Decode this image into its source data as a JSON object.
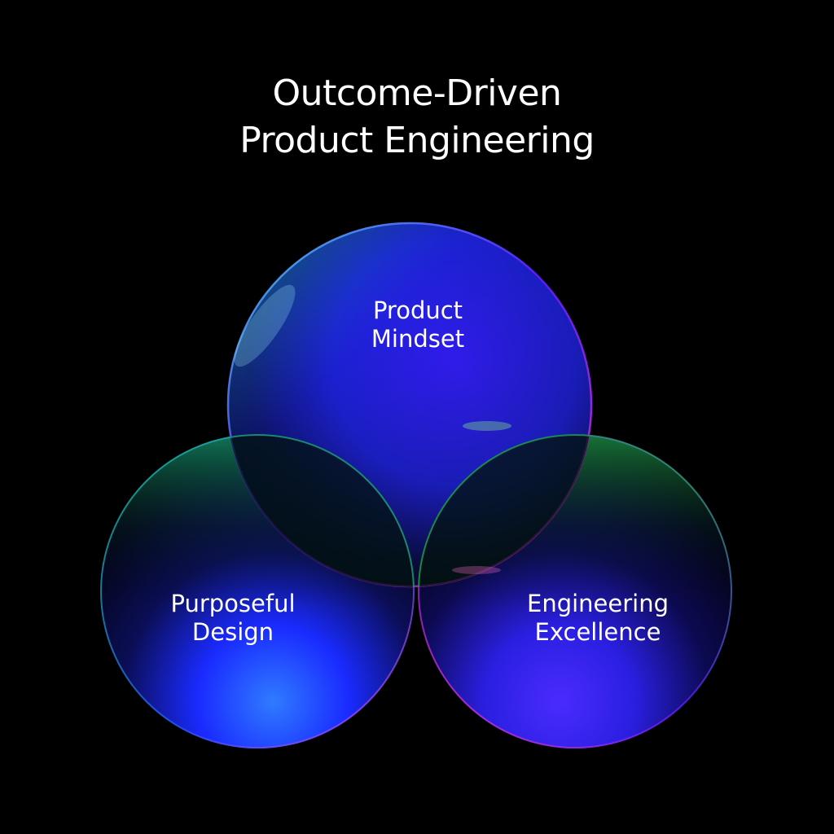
{
  "title": {
    "line1": "Outcome-Driven",
    "line2": "Product Engineering"
  },
  "circles": [
    {
      "id": "product-mindset",
      "line1": "Product",
      "line2": "Mindset"
    },
    {
      "id": "purposeful-design",
      "line1": "Purposeful",
      "line2": "Design"
    },
    {
      "id": "engineering-excellence",
      "line1": "Engineering",
      "line2": "Excellence"
    }
  ],
  "colors": {
    "background": "#000000",
    "text": "#ffffff",
    "blue": "#1a2bff",
    "violet": "#6a1bff",
    "teal": "#1fd6c4",
    "green": "#2bd36a",
    "magenta": "#ff3cc8"
  }
}
